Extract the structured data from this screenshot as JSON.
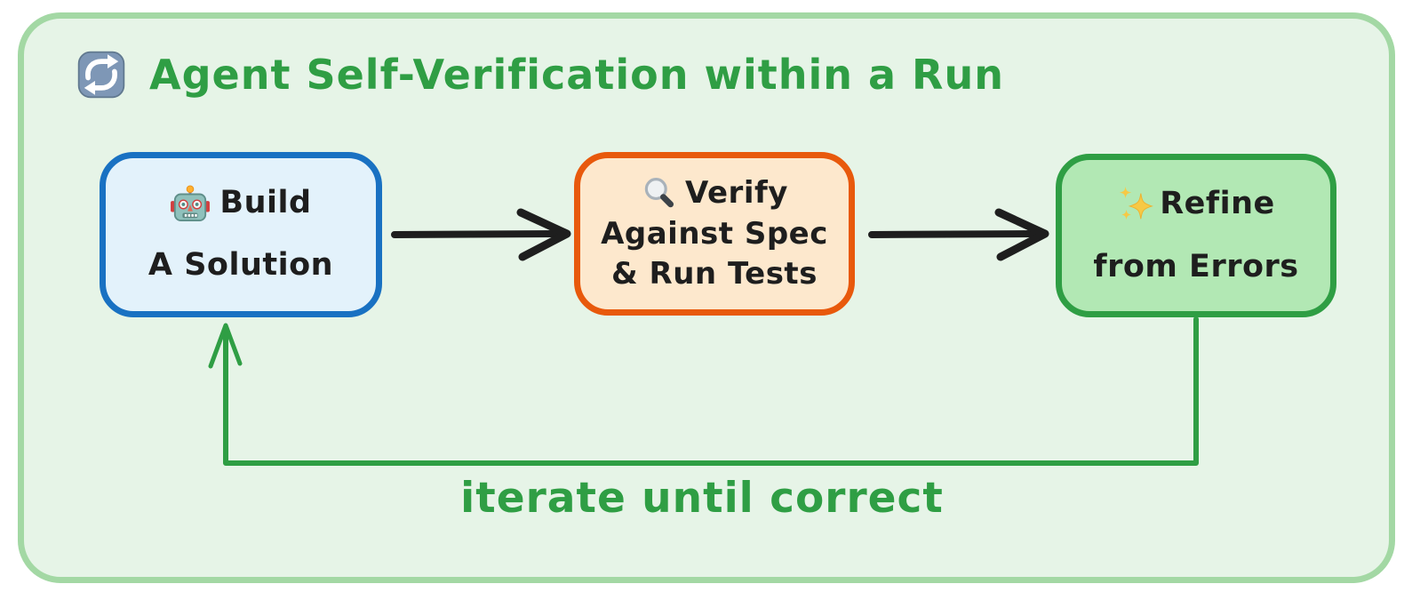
{
  "page": {
    "background_color": "#ffffff"
  },
  "frame": {
    "fill_color": "#e6f4e7",
    "border_color": "#a3d8a4"
  },
  "title": {
    "icon": "repeat-icon",
    "text": "Agent Self-Verification within a Run",
    "color": "#2f9e44"
  },
  "boxes": [
    {
      "id": "build",
      "icon": "robot-icon",
      "line1": "Build",
      "line2": "A Solution",
      "border_color": "#1971c2",
      "fill_color": "#e3f2fb"
    },
    {
      "id": "verify",
      "icon": "magnifier-icon",
      "line1": "Verify",
      "line2": "Against Spec",
      "line3": "& Run Tests",
      "border_color": "#e8590c",
      "fill_color": "#fde8cd"
    },
    {
      "id": "refine",
      "icon": "sparkles-icon",
      "line1": "Refine",
      "line2": "from Errors",
      "border_color": "#2f9e44",
      "fill_color": "#b2e8b4"
    }
  ],
  "connectors": {
    "forward_arrow_color": "#1e1e1e",
    "loop_arrow_color": "#2f9e44"
  },
  "loop_label": {
    "text": "iterate until correct",
    "color": "#2f9e44"
  }
}
